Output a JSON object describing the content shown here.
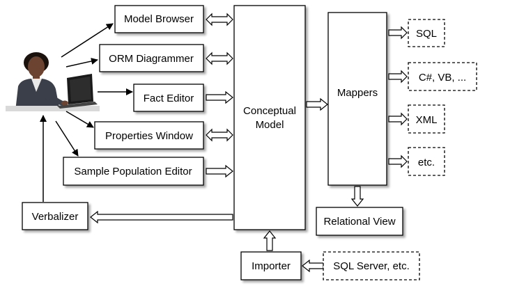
{
  "boxes": {
    "model_browser": "Model Browser",
    "orm_diagrammer": "ORM Diagrammer",
    "fact_editor": "Fact Editor",
    "properties_window": "Properties Window",
    "sample_population_editor": "Sample Population Editor",
    "verbalizer": "Verbalizer",
    "conceptual_model_line1": "Conceptual",
    "conceptual_model_line2": "Model",
    "mappers": "Mappers",
    "relational_view": "Relational View",
    "importer": "Importer"
  },
  "outputs": {
    "sql": "SQL",
    "csharp_vb": "C#, VB, ...",
    "xml": "XML",
    "etc": "etc."
  },
  "sources": {
    "sql_server": "SQL Server, etc."
  },
  "colors": {
    "skin": "#6b4330",
    "suit": "#3a3f4a",
    "shirt": "#e8e8e8",
    "laptop": "#1a1a1a"
  }
}
